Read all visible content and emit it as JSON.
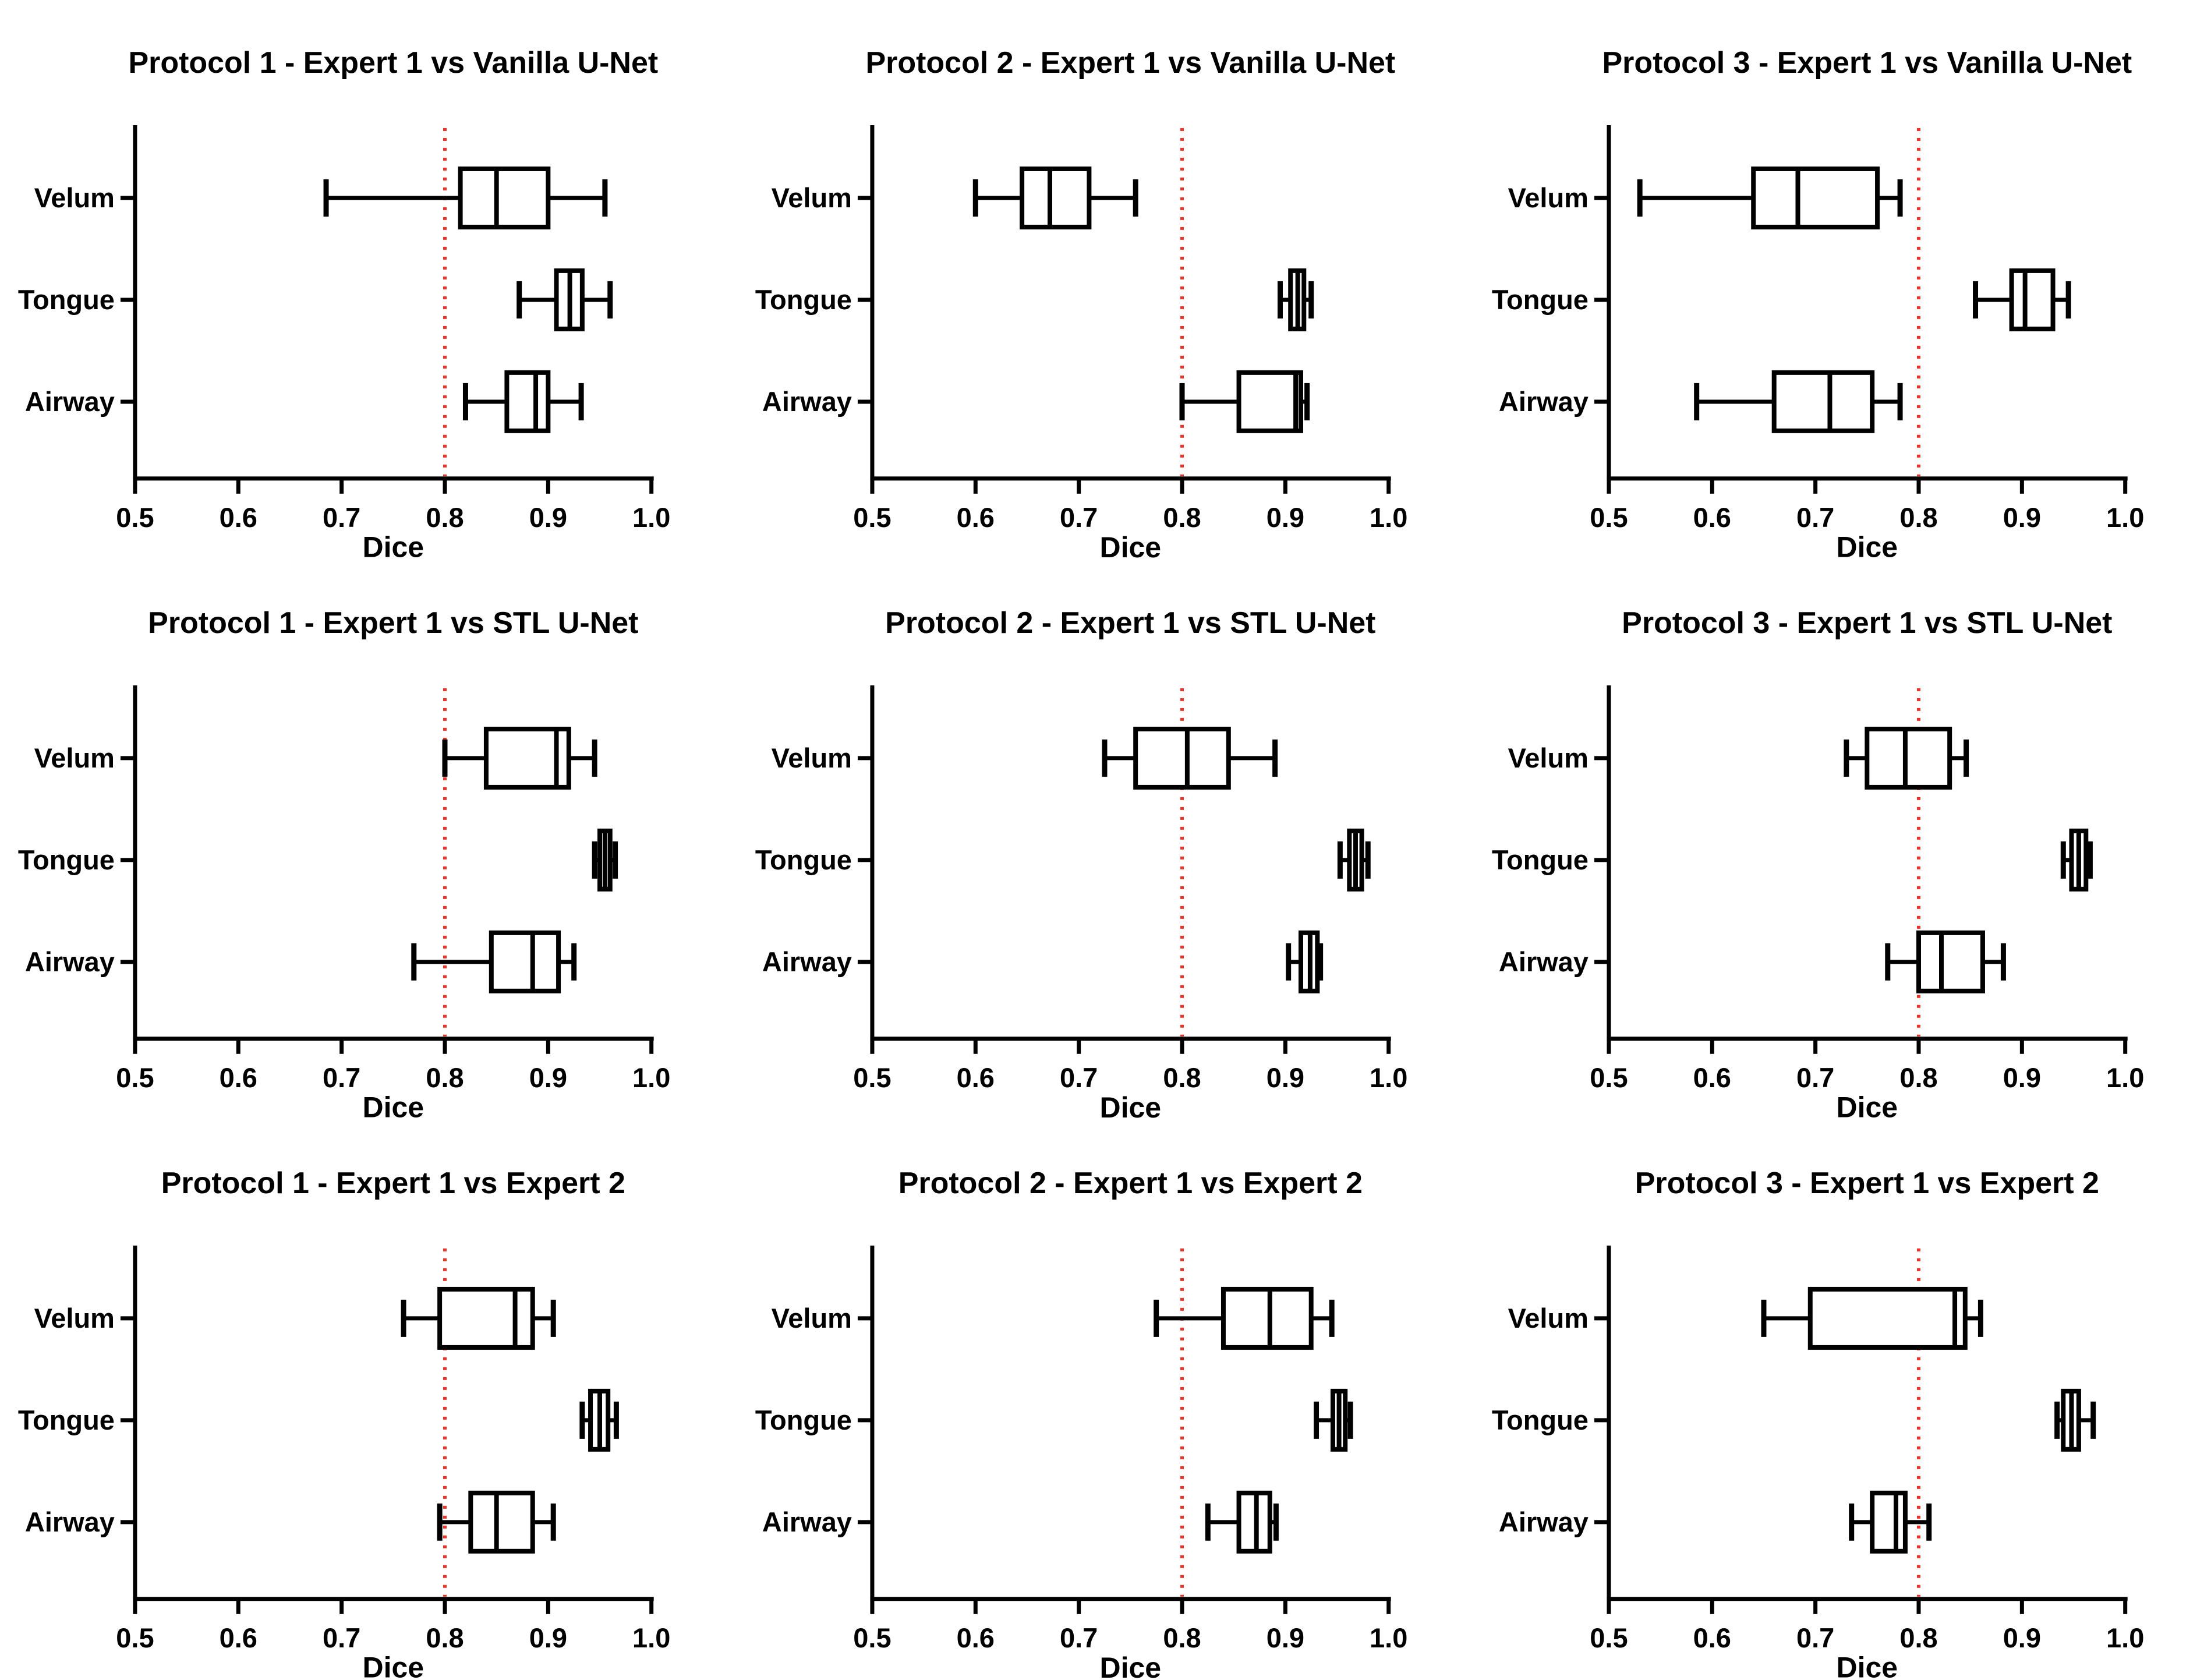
{
  "figure": {
    "background": "#ffffff",
    "box_color": "#000000"
  },
  "chart_data": {
    "type": "boxplot",
    "orientation": "horizontal",
    "grid": {
      "rows": 3,
      "cols": 3
    },
    "xlabel": "Dice",
    "xlim": [
      0.5,
      1.0
    ],
    "x_ticks": [
      0.5,
      0.6,
      0.7,
      0.8,
      0.9,
      1.0
    ],
    "x_tick_labels": [
      "0.5",
      "0.6",
      "0.7",
      "0.8",
      "0.9",
      "1.0"
    ],
    "categories": [
      "Velum",
      "Tongue",
      "Airway"
    ],
    "legend": "none",
    "grid_lines": "off",
    "reference_line": {
      "value": 0.8,
      "color": "#ef3228",
      "style": "dotted"
    },
    "subplots": [
      {
        "id": "protocol1-vanilla-unet",
        "title": "Protocol 1 - Expert 1 vs Vanilla U-Net",
        "boxes": [
          {
            "category": "Velum",
            "whisker_min": 0.685,
            "q1": 0.815,
            "median": 0.85,
            "q3": 0.9,
            "whisker_max": 0.955
          },
          {
            "category": "Tongue",
            "whisker_min": 0.872,
            "q1": 0.908,
            "median": 0.921,
            "q3": 0.933,
            "whisker_max": 0.96
          },
          {
            "category": "Airway",
            "whisker_min": 0.82,
            "q1": 0.86,
            "median": 0.888,
            "q3": 0.9,
            "whisker_max": 0.932
          }
        ]
      },
      {
        "id": "protocol2-vanilla-unet",
        "title": "Protocol 2 - Expert 1 vs Vanilla U-Net",
        "boxes": [
          {
            "category": "Velum",
            "whisker_min": 0.6,
            "q1": 0.645,
            "median": 0.672,
            "q3": 0.71,
            "whisker_max": 0.755
          },
          {
            "category": "Tongue",
            "whisker_min": 0.895,
            "q1": 0.905,
            "median": 0.912,
            "q3": 0.918,
            "whisker_max": 0.925
          },
          {
            "category": "Airway",
            "whisker_min": 0.8,
            "q1": 0.855,
            "median": 0.91,
            "q3": 0.915,
            "whisker_max": 0.921
          }
        ]
      },
      {
        "id": "protocol3-vanilla-unet",
        "title": "Protocol 3 - Expert 1 vs Vanilla U-Net",
        "boxes": [
          {
            "category": "Velum",
            "whisker_min": 0.53,
            "q1": 0.64,
            "median": 0.683,
            "q3": 0.76,
            "whisker_max": 0.782
          },
          {
            "category": "Tongue",
            "whisker_min": 0.855,
            "q1": 0.89,
            "median": 0.903,
            "q3": 0.93,
            "whisker_max": 0.945
          },
          {
            "category": "Airway",
            "whisker_min": 0.585,
            "q1": 0.66,
            "median": 0.714,
            "q3": 0.755,
            "whisker_max": 0.782
          }
        ]
      },
      {
        "id": "protocol1-stl-unet",
        "title": "Protocol 1 - Expert 1 vs STL U-Net",
        "boxes": [
          {
            "category": "Velum",
            "whisker_min": 0.8,
            "q1": 0.84,
            "median": 0.908,
            "q3": 0.92,
            "whisker_max": 0.945
          },
          {
            "category": "Tongue",
            "whisker_min": 0.945,
            "q1": 0.95,
            "median": 0.955,
            "q3": 0.96,
            "whisker_max": 0.965
          },
          {
            "category": "Airway",
            "whisker_min": 0.77,
            "q1": 0.845,
            "median": 0.885,
            "q3": 0.91,
            "whisker_max": 0.925
          }
        ]
      },
      {
        "id": "protocol2-stl-unet",
        "title": "Protocol 2 - Expert 1 vs STL U-Net",
        "boxes": [
          {
            "category": "Velum",
            "whisker_min": 0.725,
            "q1": 0.755,
            "median": 0.805,
            "q3": 0.845,
            "whisker_max": 0.89
          },
          {
            "category": "Tongue",
            "whisker_min": 0.953,
            "q1": 0.962,
            "median": 0.968,
            "q3": 0.974,
            "whisker_max": 0.98
          },
          {
            "category": "Airway",
            "whisker_min": 0.903,
            "q1": 0.915,
            "median": 0.924,
            "q3": 0.931,
            "whisker_max": 0.934
          }
        ]
      },
      {
        "id": "protocol3-stl-unet",
        "title": "Protocol 3 - Expert 1 vs STL U-Net",
        "boxes": [
          {
            "category": "Velum",
            "whisker_min": 0.73,
            "q1": 0.75,
            "median": 0.787,
            "q3": 0.83,
            "whisker_max": 0.846
          },
          {
            "category": "Tongue",
            "whisker_min": 0.94,
            "q1": 0.948,
            "median": 0.955,
            "q3": 0.962,
            "whisker_max": 0.966
          },
          {
            "category": "Airway",
            "whisker_min": 0.77,
            "q1": 0.8,
            "median": 0.822,
            "q3": 0.862,
            "whisker_max": 0.882
          }
        ]
      },
      {
        "id": "protocol1-expert2",
        "title": "Protocol 1 - Expert 1 vs Expert 2",
        "boxes": [
          {
            "category": "Velum",
            "whisker_min": 0.76,
            "q1": 0.795,
            "median": 0.868,
            "q3": 0.885,
            "whisker_max": 0.905
          },
          {
            "category": "Tongue",
            "whisker_min": 0.933,
            "q1": 0.941,
            "median": 0.95,
            "q3": 0.958,
            "whisker_max": 0.966
          },
          {
            "category": "Airway",
            "whisker_min": 0.795,
            "q1": 0.825,
            "median": 0.85,
            "q3": 0.885,
            "whisker_max": 0.905
          }
        ]
      },
      {
        "id": "protocol2-expert2",
        "title": "Protocol 2 - Expert 1 vs Expert 2",
        "boxes": [
          {
            "category": "Velum",
            "whisker_min": 0.775,
            "q1": 0.84,
            "median": 0.885,
            "q3": 0.925,
            "whisker_max": 0.945
          },
          {
            "category": "Tongue",
            "whisker_min": 0.93,
            "q1": 0.946,
            "median": 0.952,
            "q3": 0.958,
            "whisker_max": 0.963
          },
          {
            "category": "Airway",
            "whisker_min": 0.825,
            "q1": 0.855,
            "median": 0.872,
            "q3": 0.885,
            "whisker_max": 0.891
          }
        ]
      },
      {
        "id": "protocol3-expert2",
        "title": "Protocol 3 - Expert 1 vs Expert 2",
        "boxes": [
          {
            "category": "Velum",
            "whisker_min": 0.65,
            "q1": 0.695,
            "median": 0.835,
            "q3": 0.845,
            "whisker_max": 0.86
          },
          {
            "category": "Tongue",
            "whisker_min": 0.934,
            "q1": 0.94,
            "median": 0.948,
            "q3": 0.955,
            "whisker_max": 0.969
          },
          {
            "category": "Airway",
            "whisker_min": 0.735,
            "q1": 0.755,
            "median": 0.778,
            "q3": 0.787,
            "whisker_max": 0.81
          }
        ]
      }
    ]
  }
}
